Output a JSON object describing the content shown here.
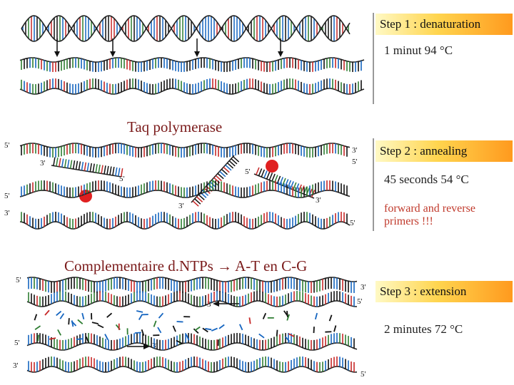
{
  "steps": [
    {
      "label": "Step 1 : denaturation",
      "condition": "1 minut 94 °C"
    },
    {
      "label": "Step 2 : annealing",
      "condition": "45 seconds 54 °C",
      "note": "forward and reverse primers !!!"
    },
    {
      "label": "Step 3 : extension",
      "condition": "2 minutes 72 °C"
    }
  ],
  "captions": {
    "annealing": "Taq polymerase",
    "extension": "Complementaire d.NTPs → A-T en C-G"
  },
  "strand_labels": {
    "five_prime": "5'",
    "three_prime": "3'"
  },
  "colors": {
    "base_a": "#2e7d32",
    "base_t": "#c62828",
    "base_c": "#1565c0",
    "base_g": "#111111",
    "enzyme": "#e02020",
    "step_box_start": "#fff9c4",
    "step_box_end": "#ff9a1e",
    "note_text": "#c0392b"
  }
}
